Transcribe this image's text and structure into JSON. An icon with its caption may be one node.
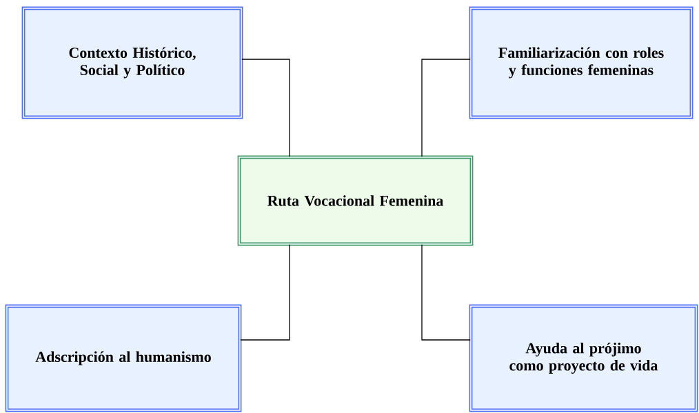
{
  "diagram": {
    "nodes": [
      {
        "text": [
          "Contexto Histórico, Social y Político"
        ]
      },
      {
        "text": [
          "Familiarización con roles y funciones femeninas"
        ]
      },
      {
        "text": [
          "Ruta Vocacional Femenina"
        ]
      },
      {
        "text": [
          "Adscripción al humanismo"
        ]
      },
      {
        "text": [
          "Ayuda al prójimo como proyecto de vida"
        ]
      }
    ],
    "edges": [
      {
        "from": 2,
        "to": 0,
        "arrow": "none"
      },
      {
        "from": 2,
        "to": 1,
        "arrow": "none"
      },
      {
        "from": 2,
        "to": 3,
        "arrow": "none"
      },
      {
        "from": 2,
        "to": 4,
        "arrow": "none"
      }
    ]
  }
}
